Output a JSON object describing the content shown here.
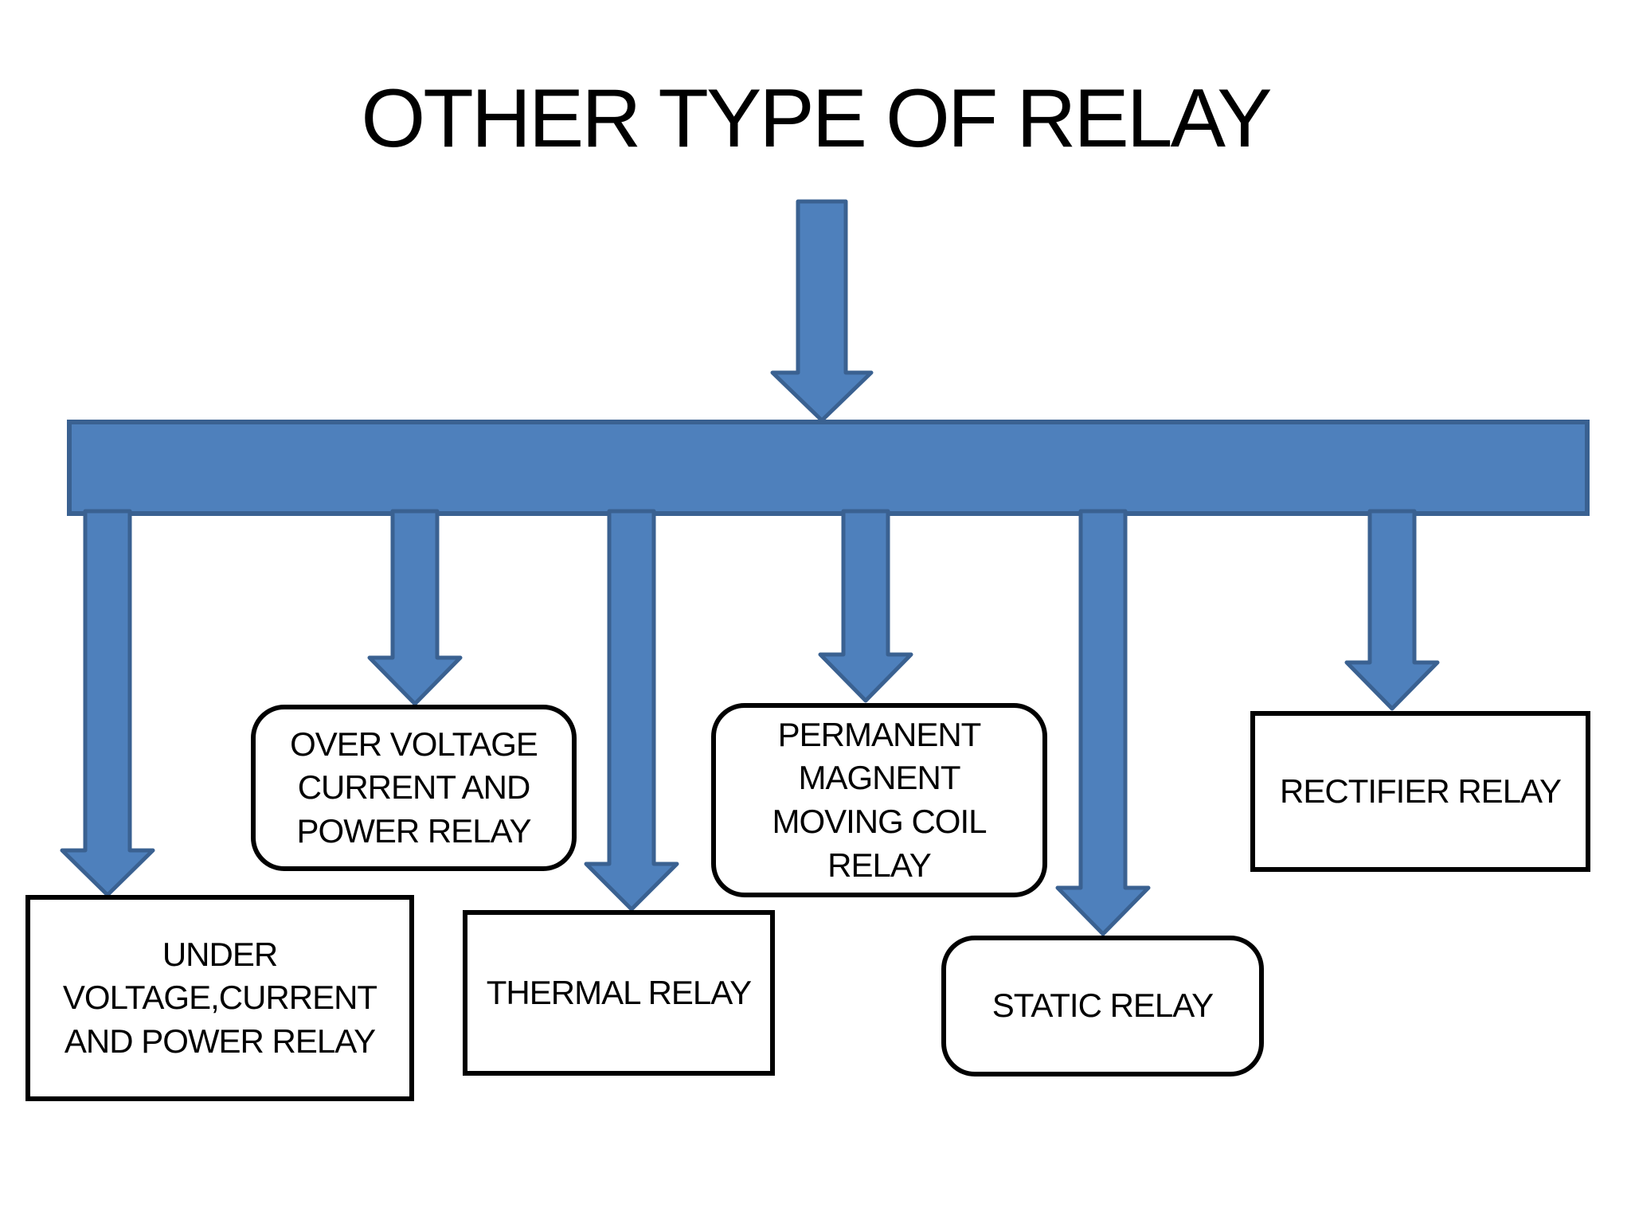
{
  "title": "OTHER TYPE OF RELAY",
  "colors": {
    "background": "#FFFFFF",
    "text": "#000000",
    "box_border": "#000000",
    "arrow_fill": "#4E80BC",
    "arrow_border": "#3A6191"
  },
  "diagram": {
    "root_label": "",
    "nodes": [
      {
        "id": "under-voltage-relay",
        "label": "UNDER\nVOLTAGE,CURRENT\nAND POWER RELAY",
        "shape": "rectangle"
      },
      {
        "id": "over-voltage-relay",
        "label": "OVER VOLTAGE\nCURRENT AND\nPOWER RELAY",
        "shape": "rounded"
      },
      {
        "id": "thermal-relay",
        "label": "THERMAL RELAY",
        "shape": "rectangle"
      },
      {
        "id": "permanent-magnet-relay",
        "label": "PERMANENT\nMAGNENT\nMOVING COIL\nRELAY",
        "shape": "rounded"
      },
      {
        "id": "static-relay",
        "label": "STATIC RELAY",
        "shape": "rounded"
      },
      {
        "id": "rectifier-relay",
        "label": "RECTIFIER RELAY",
        "shape": "rectangle"
      }
    ]
  }
}
